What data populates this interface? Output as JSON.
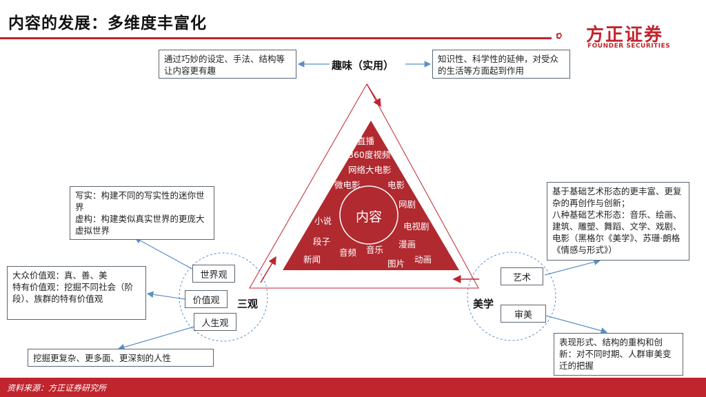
{
  "header": {
    "title": "内容的发展：多维度丰富化",
    "logo_name": "方正证券",
    "logo_en": "FOUNDER SECURITIES"
  },
  "colors": {
    "brand_red": "#c0242d",
    "arrow_blue": "#5b8fc7"
  },
  "center": {
    "label": "内容",
    "items": [
      "直播",
      "360度视频",
      "网络大电影",
      "微电影",
      "电影",
      "网剧",
      "小说",
      "电视剧",
      "段子",
      "漫画",
      "音乐",
      "音频",
      "新闻",
      "动画",
      "图片"
    ]
  },
  "top": {
    "label": "趣味（实用）",
    "left_note": "通过巧妙的设定、手法、结构等让内容更有趣",
    "right_note": "知识性、科学性的延伸，对受众的生活等方面起到作用"
  },
  "left": {
    "label": "三观",
    "tags": [
      "世界观",
      "价值观",
      "人生观"
    ],
    "worldview_note": [
      "写实：构建不同的写实性的迷你世界",
      "虚构：构建类似真实世界的更庞大虚拟世界"
    ],
    "values_note": [
      "大众价值观：真、善、美",
      "特有价值观：挖掘不同社会（阶段）、族群的特有价值观"
    ],
    "life_note": "挖掘更复杂、更多面、更深刻的人性"
  },
  "right": {
    "label": "美学",
    "tags": [
      "艺术",
      "审美"
    ],
    "art_note": [
      "基于基础艺术形态的更丰富、更复杂的再创作与创新；",
      "八种基础艺术形态：音乐、绘画、建筑、雕塑、舞蹈、文学、戏剧、电影（黑格尔《美学》、苏珊·朗格《情感与形式》）"
    ],
    "aesthetic_note": "表现形式、结构的重构和创新：对不同时期、人群审美变迁的把握"
  },
  "footer": {
    "source": "资料来源：方正证券研究所"
  }
}
